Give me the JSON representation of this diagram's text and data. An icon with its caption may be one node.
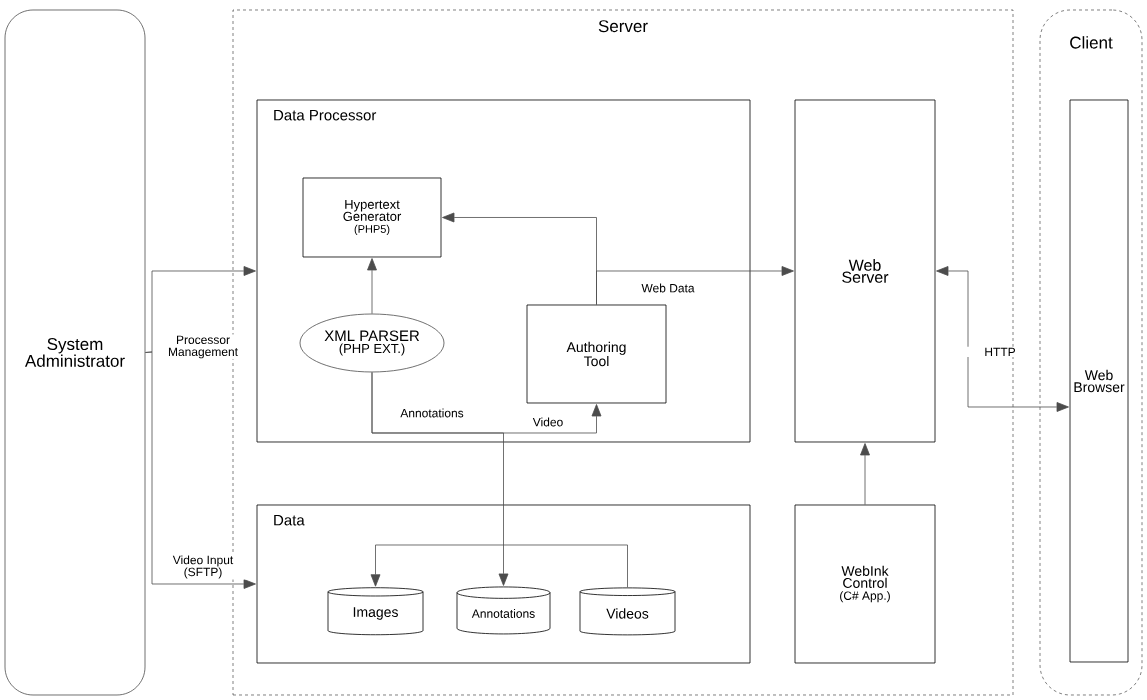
{
  "diagram": {
    "nodes": [
      {
        "text": [
          "System Administrator"
        ]
      },
      {
        "text": [
          "Server"
        ]
      },
      {
        "text": [
          "Client"
        ]
      },
      {
        "text": [
          "Data Processor"
        ],
        "in": 1
      },
      {
        "text": [
          "Hypertext Generator",
          "(PHP5)"
        ],
        "in": 3
      },
      {
        "text": [
          "XML PARSER",
          "(PHP EXT.)"
        ],
        "in": 3
      },
      {
        "text": [
          "Authoring Tool"
        ],
        "in": 3
      },
      {
        "text": [
          "Web Server"
        ],
        "in": 1
      },
      {
        "text": [
          "Data"
        ],
        "in": 1
      },
      {
        "text": [
          "Images"
        ],
        "in": 8
      },
      {
        "text": [
          "Annotations"
        ],
        "in": 8
      },
      {
        "text": [
          "Videos"
        ],
        "in": 8
      },
      {
        "text": [
          "WebInk Control",
          "(C# App.)"
        ],
        "in": 1
      },
      {
        "text": [
          "Web Browser"
        ],
        "in": 2
      }
    ],
    "edges": [
      {
        "from": 0,
        "to": 3,
        "arrow": "to",
        "label": "Processor Management"
      },
      {
        "from": 0,
        "to": 8,
        "arrow": "to",
        "label": "Video Input (SFTP)"
      },
      {
        "from": 5,
        "to": 4,
        "arrow": "to"
      },
      {
        "from": 6,
        "to": 4,
        "arrow": "to"
      },
      {
        "from": 6,
        "to": 7,
        "arrow": "to",
        "label": "Web Data"
      },
      {
        "from": 5,
        "to": 10,
        "arrow": "to",
        "label": "Annotations"
      },
      {
        "from": 5,
        "to": 6,
        "arrow": "to",
        "label": "Video"
      },
      {
        "from": 11,
        "to": 9,
        "arrow": "to"
      },
      {
        "from": 12,
        "to": 7,
        "arrow": "to"
      },
      {
        "from": 7,
        "to": 13,
        "arrow": "both",
        "label": "HTTP"
      }
    ]
  }
}
